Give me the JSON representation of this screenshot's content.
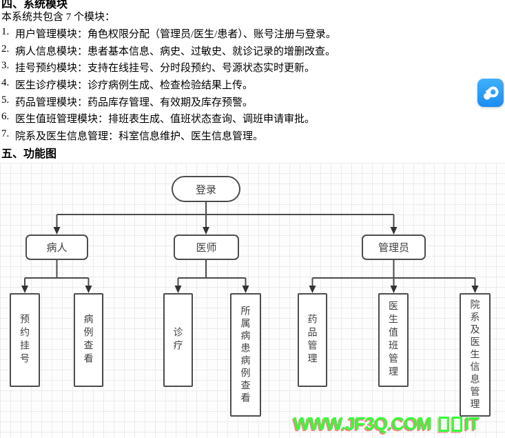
{
  "document": {
    "heading_clipped": "四、系统模块",
    "intro": "本系统共包含 7 个模块：",
    "modules": [
      {
        "num": "1.",
        "text": "用户管理模块：角色权限分配（管理员/医生/患者）、账号注册与登录。"
      },
      {
        "num": "2.",
        "text": "病人信息模块：患者基本信息、病史、过敏史、就诊记录的增删改查。"
      },
      {
        "num": "3.",
        "text": "挂号预约模块：支持在线挂号、分时段预约、号源状态实时更新。"
      },
      {
        "num": "4.",
        "text": "医生诊疗模块：诊疗病例生成、检查检验结果上传。"
      },
      {
        "num": "5.",
        "text": "药品管理模块：药品库存管理、有效期及库存预警。"
      },
      {
        "num": "6.",
        "text": "医生值班管理模块：排班表生成、值班状态查询、调班申请审批。"
      },
      {
        "num": "7.",
        "text": "院系及医生信息管理：科室信息维护、医生信息管理。"
      }
    ],
    "section_heading": "五、功能图"
  },
  "floating_icon": {
    "name": "baidu-netdisk-cloud-icon",
    "color": "#2b9df5"
  },
  "diagram": {
    "grid": "on",
    "line_color": "#4c4c4c",
    "nodes": {
      "login": {
        "label": "登录"
      },
      "patient": {
        "label": "病人"
      },
      "doctor": {
        "label": "医师"
      },
      "admin": {
        "label": "管理员"
      },
      "leaf1": {
        "label": "预约挂号"
      },
      "leaf2": {
        "label": "病例查看"
      },
      "leaf3": {
        "label": "诊疗"
      },
      "leaf4": {
        "label": "所属病患病例查看"
      },
      "leaf5": {
        "label": "药品管理"
      },
      "leaf6": {
        "label": "医生值班管理"
      },
      "leaf7": {
        "label": "院系及医生信息管理"
      }
    }
  },
  "watermark": {
    "text": "WWW.JF3Q.COM",
    "suffix": "IT",
    "color": "#33ff33"
  }
}
